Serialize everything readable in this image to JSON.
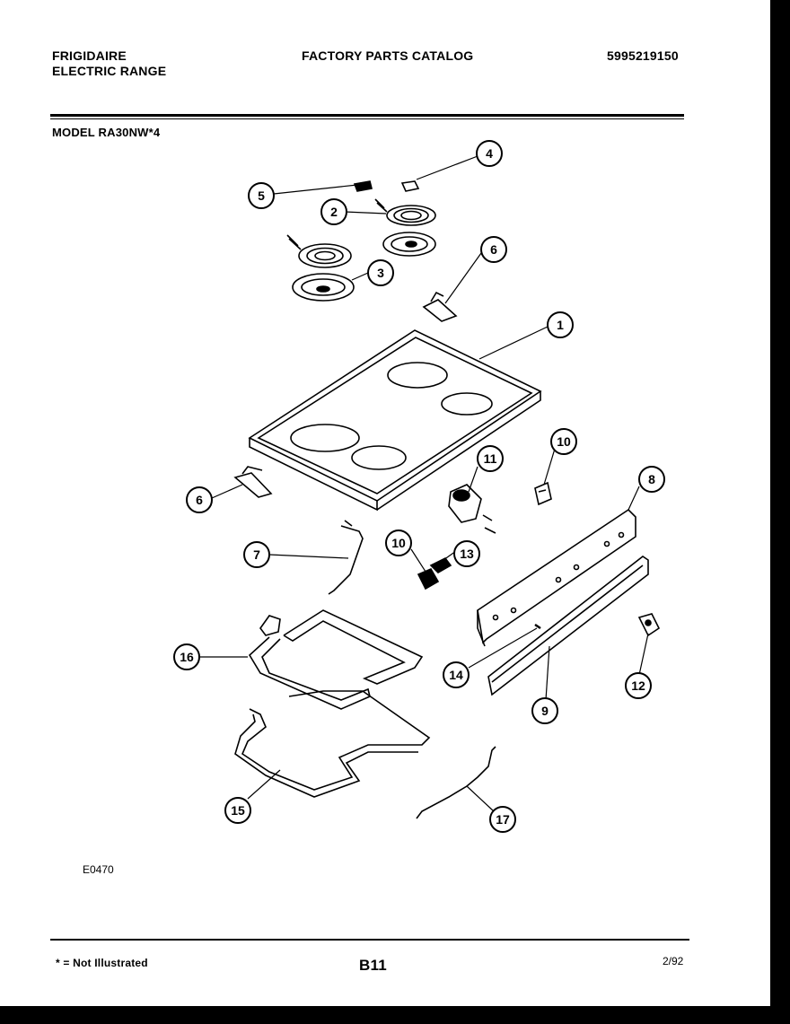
{
  "header": {
    "brand_line1": "FRIGIDAIRE",
    "brand_line2": "ELECTRIC RANGE",
    "catalog_title": "FACTORY PARTS CATALOG",
    "catalog_number": "5995219150",
    "model_label": "MODEL",
    "model_value": "RA30NW*4"
  },
  "diagram": {
    "code": "E0470",
    "callouts": [
      "1",
      "2",
      "3",
      "4",
      "5",
      "6",
      "6",
      "7",
      "8",
      "9",
      "10",
      "10",
      "11",
      "12",
      "13",
      "14",
      "15",
      "16",
      "17"
    ]
  },
  "footer": {
    "legend": "* = Not Illustrated",
    "page": "B11",
    "date": "2/92"
  }
}
